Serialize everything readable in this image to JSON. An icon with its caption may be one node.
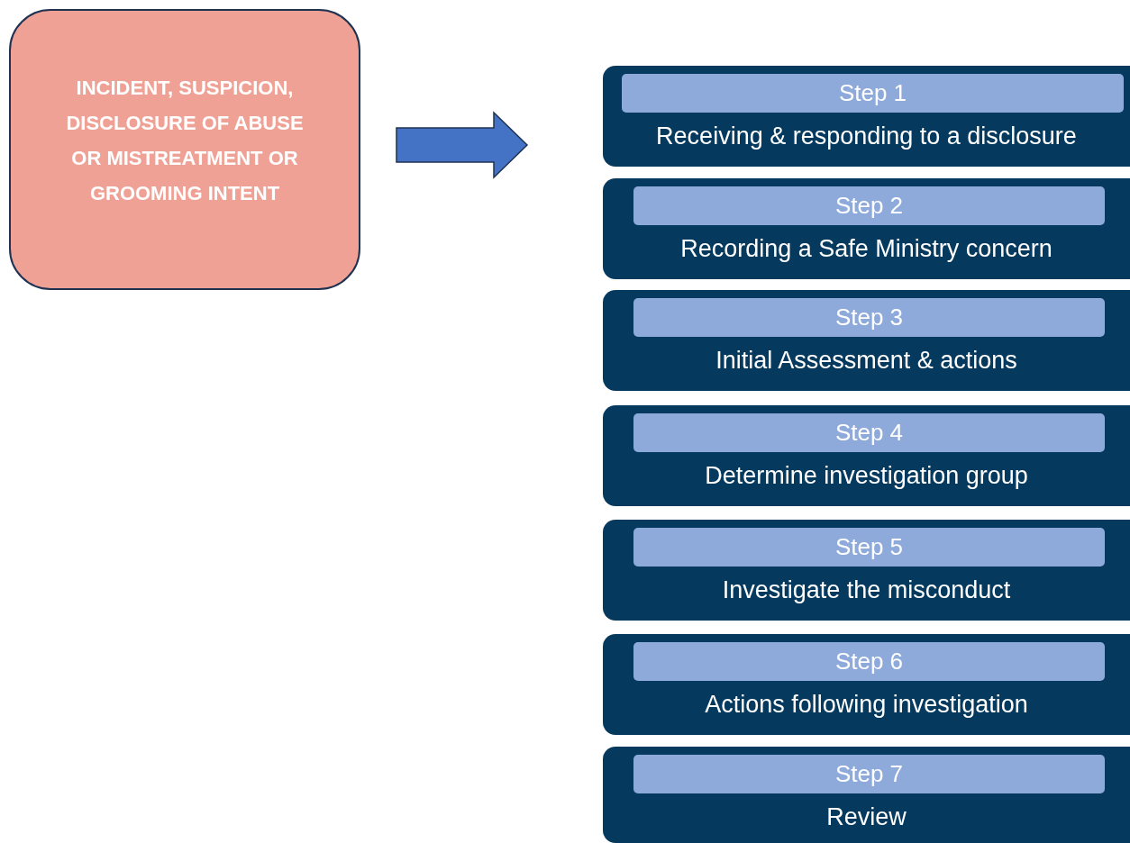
{
  "diagram": {
    "nodes": [
      {
        "text": [
          "INCIDENT, SUSPICION, DISCLOSURE OF ABUSE OR MISTREATMENT OR GROOMING INTENT"
        ]
      },
      {
        "text": [
          "Step 1",
          "Receiving & responding to a disclosure"
        ]
      },
      {
        "text": [
          "Step 2",
          "Recording a Safe Ministry concern"
        ]
      },
      {
        "text": [
          "Step 3",
          "Initial Assessment & actions"
        ]
      },
      {
        "text": [
          "Step 4",
          "Determine investigation group"
        ]
      },
      {
        "text": [
          "Step 5",
          "Investigate the misconduct"
        ]
      },
      {
        "text": [
          "Step 6",
          "Actions following investigation"
        ]
      },
      {
        "text": [
          "Step 7",
          "Review"
        ]
      }
    ],
    "edges": [
      {
        "from": 0,
        "to": 1,
        "arrow": "to"
      }
    ]
  }
}
